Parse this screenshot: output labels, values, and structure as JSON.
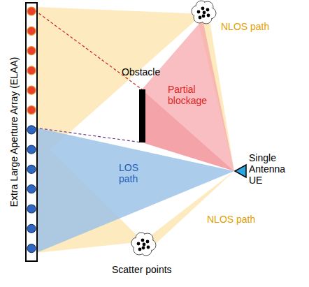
{
  "diagram": {
    "nodes": [
      {
        "text": [
          "Extra Large Aperture Array (ELAA)"
        ]
      },
      {
        "text": [
          "Obstacle"
        ]
      },
      {
        "text": [
          "Single Antenna UE"
        ]
      },
      {
        "text": [
          "Scatter points"
        ]
      }
    ],
    "labels": [
      "NLOS path",
      "Partial blockage",
      "LOS path",
      "NLOS path"
    ]
  }
}
